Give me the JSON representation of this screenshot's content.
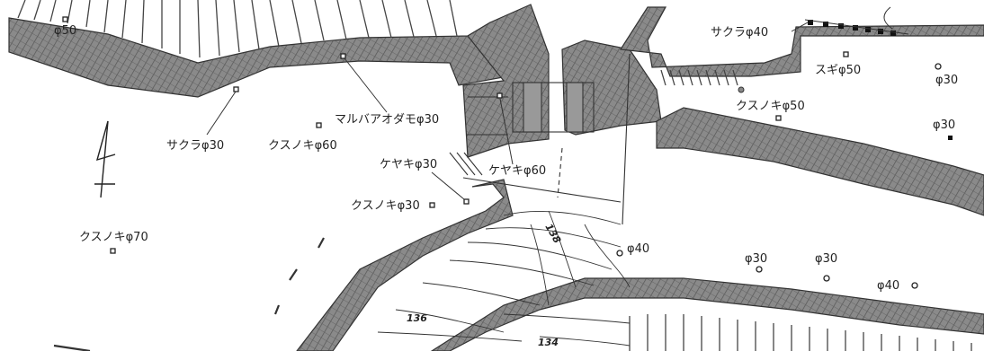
{
  "trees": [
    {
      "label": "φ50"
    },
    {
      "label": "マルバアオダモφ30"
    },
    {
      "label": "サクラφ30"
    },
    {
      "label": "クスノキφ60"
    },
    {
      "label": "ケヤキφ60"
    },
    {
      "label": "ケヤキφ30"
    },
    {
      "label": "クスノキφ30"
    },
    {
      "label": "クスノキφ70"
    },
    {
      "label": "サクラφ40"
    },
    {
      "label": "スギφ50"
    },
    {
      "label": "φ30"
    },
    {
      "label": "クスノキφ50"
    },
    {
      "label": "φ30"
    },
    {
      "label": "φ40"
    },
    {
      "label": "φ30"
    },
    {
      "label": "φ30"
    },
    {
      "label": "φ40"
    }
  ],
  "contours": [
    {
      "label": "138"
    },
    {
      "label": "136"
    },
    {
      "label": "134"
    }
  ],
  "north_arrow": {
    "icon": "north-arrow-icon"
  },
  "colors": {
    "wall_fill": "#7a7a7a",
    "line": "#333333",
    "background": "#ffffff"
  }
}
